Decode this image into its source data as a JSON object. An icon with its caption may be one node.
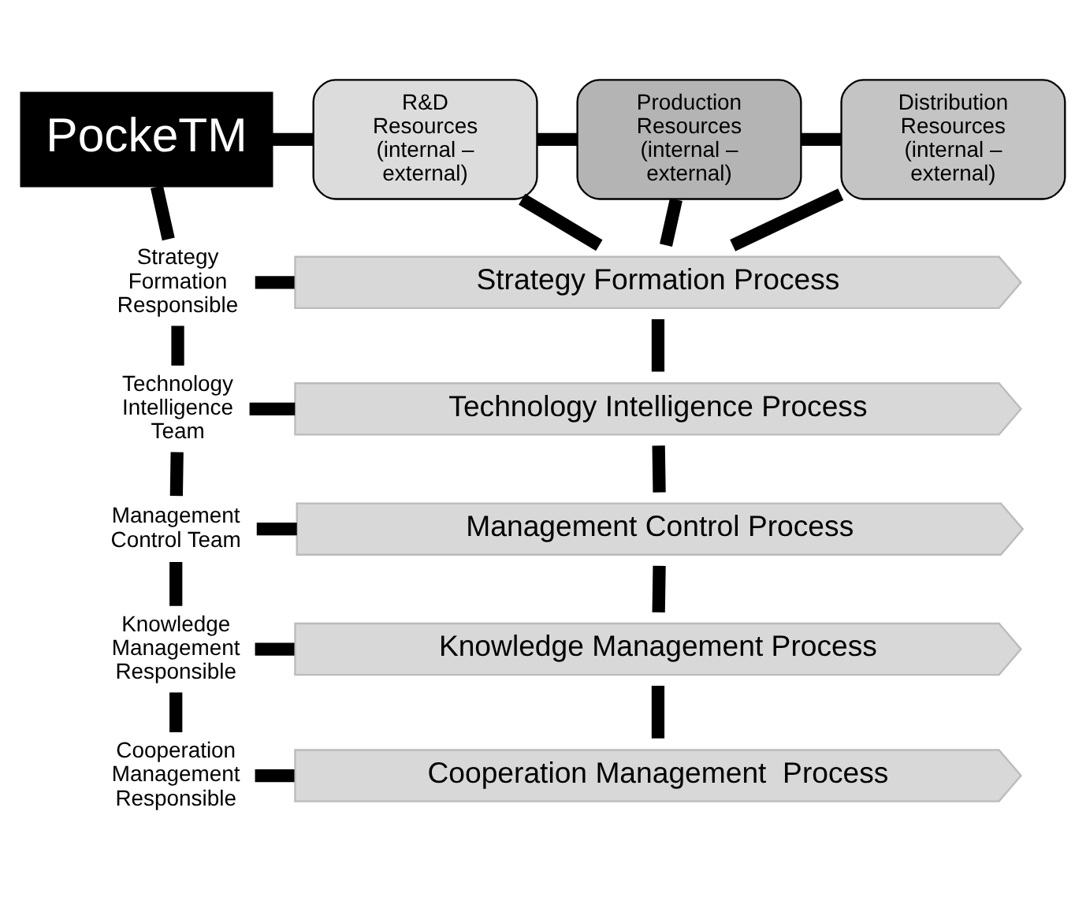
{
  "diagram": {
    "nodes": [
      {
        "text": [
          "PockeTM"
        ]
      },
      {
        "text": [
          "R&D Resources (internal – external)"
        ]
      },
      {
        "text": [
          "Production Resources (internal – external)"
        ]
      },
      {
        "text": [
          "Distribution Resources (internal – external)"
        ]
      },
      {
        "text": [
          "Strategy Formation Responsible"
        ]
      },
      {
        "text": [
          "Strategy Formation Process"
        ]
      },
      {
        "text": [
          "Technology Intelligence Team"
        ]
      },
      {
        "text": [
          "Technology Intelligence Process"
        ]
      },
      {
        "text": [
          "Management Control Team"
        ]
      },
      {
        "text": [
          "Management Control Process"
        ]
      },
      {
        "text": [
          "Knowledge Management Responsible"
        ]
      },
      {
        "text": [
          "Knowledge Management Process"
        ]
      },
      {
        "text": [
          "Cooperation Management Responsible"
        ]
      },
      {
        "text": [
          "Cooperation Management  Process"
        ]
      }
    ],
    "edges": [
      {
        "from": 0,
        "to": 1,
        "arrow": "none"
      },
      {
        "from": 1,
        "to": 2,
        "arrow": "none"
      },
      {
        "from": 2,
        "to": 3,
        "arrow": "none"
      },
      {
        "from": 0,
        "to": 4,
        "arrow": "none"
      },
      {
        "from": 4,
        "to": 5,
        "arrow": "none"
      },
      {
        "from": 4,
        "to": 6,
        "arrow": "none"
      },
      {
        "from": 6,
        "to": 7,
        "arrow": "none"
      },
      {
        "from": 6,
        "to": 8,
        "arrow": "none"
      },
      {
        "from": 8,
        "to": 9,
        "arrow": "none"
      },
      {
        "from": 8,
        "to": 10,
        "arrow": "none"
      },
      {
        "from": 10,
        "to": 11,
        "arrow": "none"
      },
      {
        "from": 10,
        "to": 12,
        "arrow": "none"
      },
      {
        "from": 12,
        "to": 13,
        "arrow": "none"
      },
      {
        "from": 1,
        "to": 5,
        "arrow": "none"
      },
      {
        "from": 2,
        "to": 5,
        "arrow": "none"
      },
      {
        "from": 3,
        "to": 5,
        "arrow": "none"
      },
      {
        "from": 5,
        "to": 7,
        "arrow": "none"
      },
      {
        "from": 7,
        "to": 9,
        "arrow": "none"
      },
      {
        "from": 9,
        "to": 11,
        "arrow": "none"
      },
      {
        "from": 11,
        "to": 13,
        "arrow": "none"
      }
    ]
  }
}
